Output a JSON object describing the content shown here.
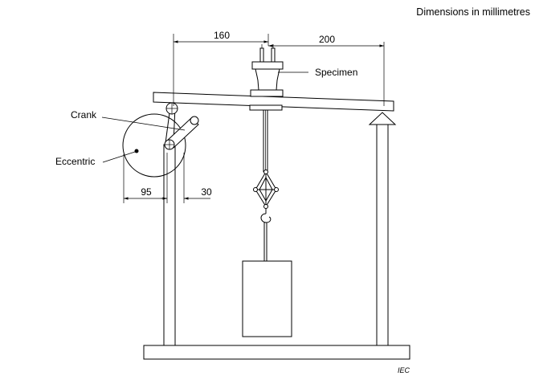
{
  "header": {
    "units_note": "Dimensions in millimetres"
  },
  "labels": {
    "specimen": "Specimen",
    "crank": "Crank",
    "eccentric": "Eccentric",
    "source": "IEC"
  },
  "dimensions": {
    "left_span": "160",
    "right_span": "200",
    "eccentric_offset": "95",
    "crank_offset": "30"
  }
}
